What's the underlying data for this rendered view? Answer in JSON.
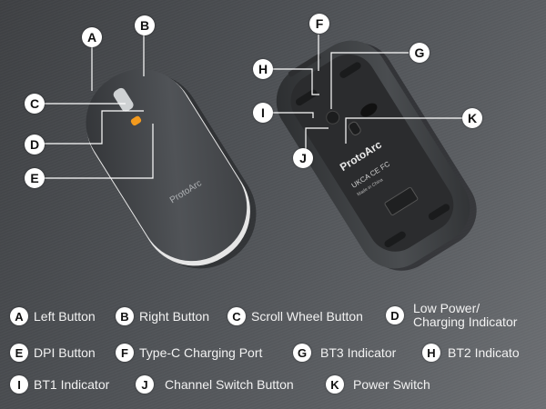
{
  "image": {
    "description": "ProtoArc wireless mouse product diagram with labeled parts (top and bottom views)",
    "brand_text": "ProtoArc",
    "bottom_text": {
      "brand": "ProtoArc",
      "certifications": "UKCA CE FC",
      "origin": "Made in China"
    },
    "colors": {
      "background": "#4d5054",
      "mouse_body": "#3a3c3f",
      "dpi_button": "#f39a1e",
      "badge_bg": "#ffffff",
      "badge_text": "#111111",
      "legend_text": "#f2f2f2"
    }
  },
  "callouts": [
    {
      "letter": "A"
    },
    {
      "letter": "B"
    },
    {
      "letter": "C"
    },
    {
      "letter": "D"
    },
    {
      "letter": "E"
    },
    {
      "letter": "F"
    },
    {
      "letter": "G"
    },
    {
      "letter": "H"
    },
    {
      "letter": "I"
    },
    {
      "letter": "J"
    },
    {
      "letter": "K"
    }
  ],
  "legend": [
    {
      "letter": "A",
      "label": "Left Button"
    },
    {
      "letter": "B",
      "label": "Right Button"
    },
    {
      "letter": "C",
      "label": "Scroll Wheel Button"
    },
    {
      "letter": "D",
      "label": "Low Power/",
      "label2": "Charging Indicator"
    },
    {
      "letter": "E",
      "label": "DPI Button"
    },
    {
      "letter": "F",
      "label": "Type-C Charging Port"
    },
    {
      "letter": "G",
      "label": "BT3 Indicator"
    },
    {
      "letter": "H",
      "label": "BT2 Indicato"
    },
    {
      "letter": "I",
      "label": "BT1 Indicator"
    },
    {
      "letter": "J",
      "label": "Channel Switch Button"
    },
    {
      "letter": "K",
      "label": "Power Switch"
    }
  ]
}
